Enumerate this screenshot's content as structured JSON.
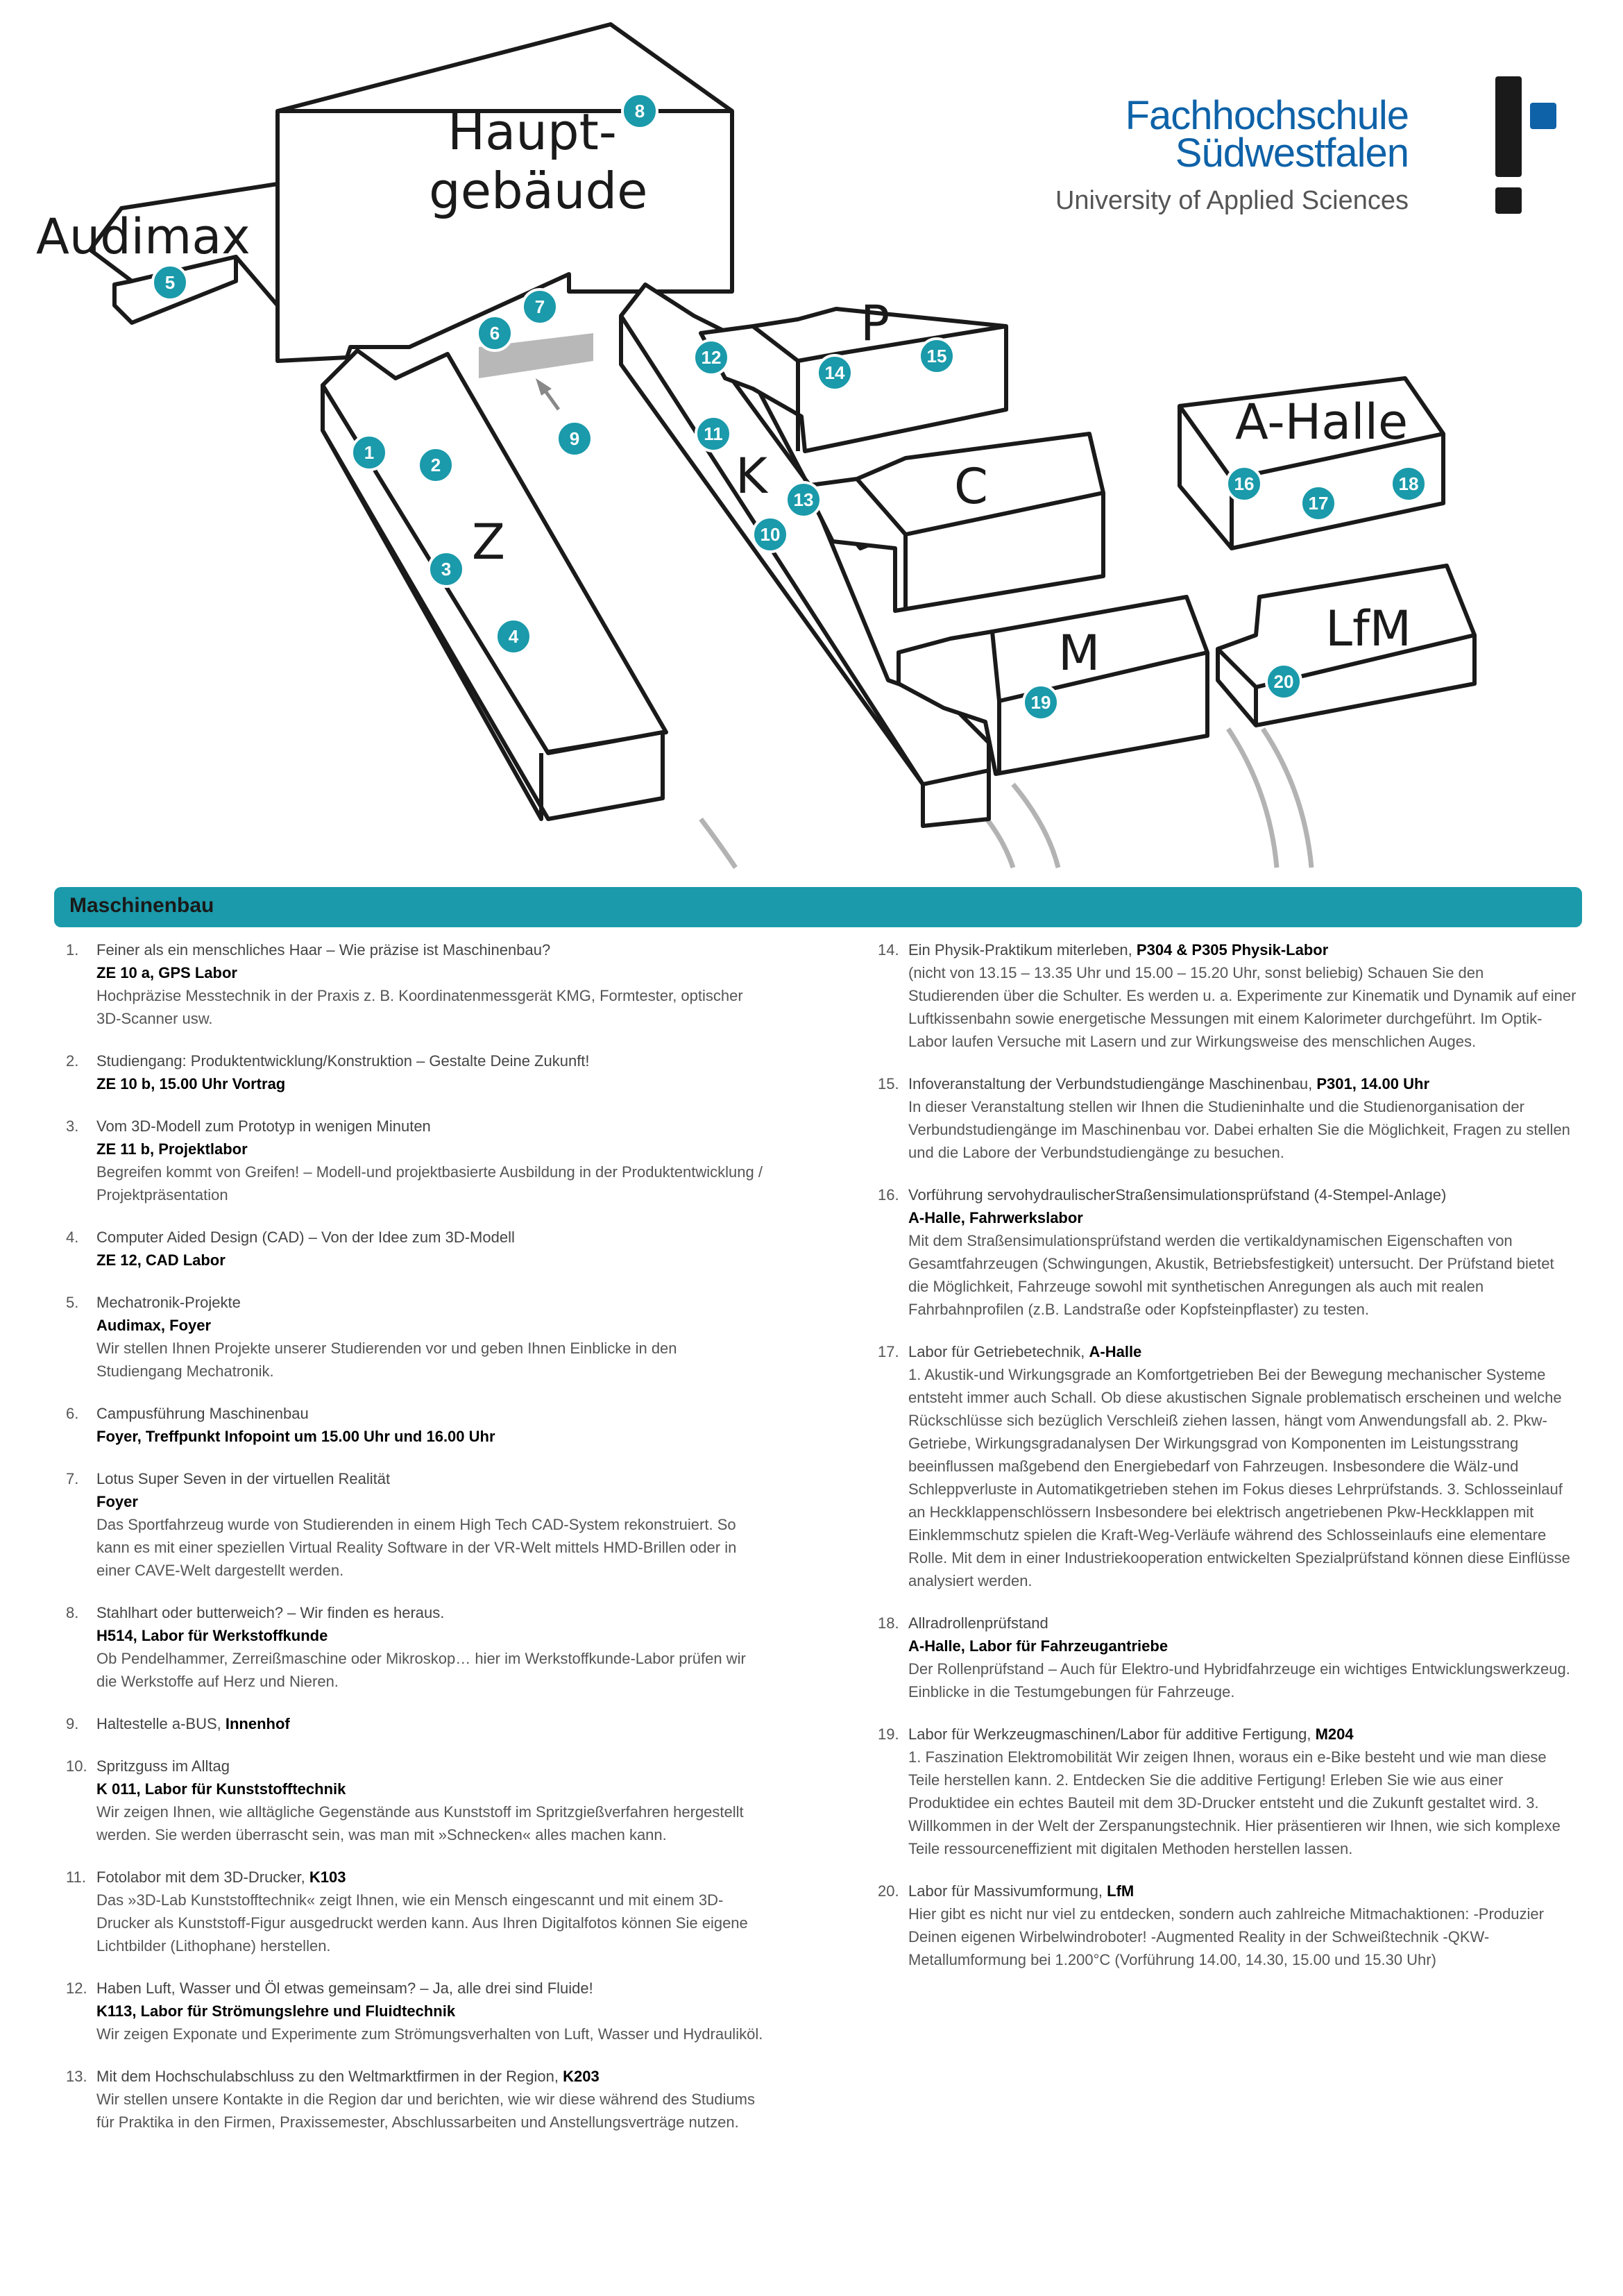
{
  "map": {
    "building_labels": {
      "hauptgebaeude_1": "Haupt-",
      "hauptgebaeude_2": "gebäude",
      "audimax": "Audimax",
      "z": "Z",
      "k": "K",
      "p": "P",
      "c": "C",
      "m": "M",
      "a_halle": "A-Halle",
      "lfm": "LfM"
    },
    "markers": [
      "1",
      "2",
      "3",
      "4",
      "5",
      "6",
      "7",
      "8",
      "9",
      "10",
      "11",
      "12",
      "13",
      "14",
      "15",
      "16",
      "17",
      "18",
      "19",
      "20"
    ],
    "colors": {
      "marker": "#1a9aaa",
      "outline": "#1a1a1a",
      "road": "#b3b3b3",
      "highlight": "#b8b8b8"
    }
  },
  "logo": {
    "line1": "Fachhochschule",
    "line2": "Südwestfalen",
    "line3": "University of Applied Sciences",
    "brand_color": "#0e62a8"
  },
  "section": {
    "title": "Maschinenbau",
    "color": "#1a9aaa"
  },
  "entries": [
    {
      "num": "1.",
      "title": "Feiner als ein menschliches Haar – Wie präzise ist Maschinenbau?",
      "loc": "ZE 10 a, GPS Labor",
      "desc": "Hochpräzise Messtechnik in der Praxis z. B. Koordinatenmessgerät KMG, Formtester, optischer 3D-Scanner usw."
    },
    {
      "num": "2.",
      "title": "Studiengang: Produktentwicklung/Konstruktion – Gestalte Deine Zukunft!",
      "loc": "ZE 10 b, 15.00 Uhr Vortrag",
      "desc": ""
    },
    {
      "num": "3.",
      "title": "Vom 3D-Modell zum Prototyp in wenigen Minuten",
      "loc": "ZE 11 b, Projektlabor",
      "desc": "Begreifen kommt von Greifen! – Modell-und projektbasierte Ausbildung in der Produktentwicklung / Projektpräsentation"
    },
    {
      "num": "4.",
      "title": "Computer Aided Design (CAD) – Von der Idee zum 3D-Modell",
      "loc": "ZE 12, CAD Labor",
      "desc": ""
    },
    {
      "num": "5.",
      "title": "Mechatronik-Projekte",
      "loc": "Audimax, Foyer",
      "desc": "Wir stellen Ihnen Projekte unserer Studierenden vor und geben Ihnen Einblicke in den Studiengang Mechatronik."
    },
    {
      "num": "6.",
      "title": "Campusführung Maschinenbau",
      "loc": "Foyer, Treffpunkt Infopoint um 15.00 Uhr und 16.00 Uhr",
      "desc": ""
    },
    {
      "num": "7.",
      "title": "Lotus Super Seven in der virtuellen Realität",
      "loc": "Foyer",
      "desc": "Das Sportfahrzeug wurde von Studierenden in einem High Tech CAD-System rekonstruiert. So kann es mit einer speziellen Virtual Reality Software in der VR-Welt mittels HMD-Brillen oder in einer CAVE-Welt dargestellt werden."
    },
    {
      "num": "8.",
      "title": "Stahlhart oder butterweich? – Wir finden es heraus.",
      "loc": "H514, Labor für Werkstoffkunde",
      "desc": "Ob Pendelhammer, Zerreißmaschine oder Mikroskop… hier im Werkstoffkunde-Labor prüfen wir die Werkstoffe auf Herz und Nieren."
    },
    {
      "num": "9.",
      "title": "Haltestelle a-BUS,",
      "loc": "Innenhof",
      "desc": ""
    },
    {
      "num": "10.",
      "title": "Spritzguss im Alltag",
      "loc": "K 011, Labor für Kunststofftechnik",
      "desc": "Wir zeigen Ihnen, wie alltägliche Gegenstände aus Kunststoff im Spritzgießverfahren hergestellt werden. Sie werden überrascht sein, was man mit »Schnecken« alles machen kann."
    },
    {
      "num": "11.",
      "title": "Fotolabor mit dem 3D-Drucker,",
      "loc": "K103",
      "desc": "Das »3D-Lab Kunststofftechnik« zeigt Ihnen, wie ein Mensch eingescannt und mit einem 3D-Drucker als Kunststoff-Figur ausgedruckt werden kann. Aus Ihren Digitalfotos können Sie eigene Lichtbilder (Lithophane) herstellen."
    },
    {
      "num": "12.",
      "title": "Haben Luft, Wasser und Öl etwas gemeinsam? – Ja, alle drei sind Fluide!",
      "loc": "K113, Labor für Strömungslehre und Fluidtechnik",
      "desc": "Wir zeigen Exponate und Experimente zum Strömungsverhalten von Luft, Wasser und Hydrauliköl."
    },
    {
      "num": "13.",
      "title": "Mit dem Hochschulabschluss zu den Weltmarktfirmen in der Region,",
      "loc": "K203",
      "desc": "Wir stellen unsere Kontakte in die Region dar und berichten, wie wir diese während des Studiums für Praktika in den Firmen, Praxissemester, Abschlussarbeiten und Anstellungsverträge nutzen."
    },
    {
      "num": "14.",
      "title": "Ein Physik-Praktikum miterleben,",
      "loc": "P304 & P305 Physik-Labor",
      "desc": "(nicht von 13.15 – 13.35 Uhr und 15.00 – 15.20 Uhr, sonst beliebig) Schauen Sie den Studierenden über die Schulter. Es werden u. a. Experimente zur Kinematik und Dynamik auf einer Luftkissenbahn sowie energetische Messungen mit einem Kalorimeter durchgeführt. Im Optik-Labor laufen Versuche mit Lasern und zur Wirkungsweise des menschlichen Auges."
    },
    {
      "num": "15.",
      "title": "Infoveranstaltung der Verbundstudiengänge Maschinenbau,",
      "loc": "P301, 14.00 Uhr",
      "desc": "In dieser Veranstaltung stellen wir Ihnen die Studieninhalte und die Studienorganisation der Verbundstudiengänge im Maschinenbau vor. Dabei erhalten Sie die Möglichkeit, Fragen zu stellen und die Labore der Verbundstudiengänge zu besuchen."
    },
    {
      "num": "16.",
      "title": "Vorführung servohydraulischerStraßensimulationsprüfstand (4-Stempel-Anlage)",
      "loc": "A-Halle, Fahrwerkslabor",
      "desc": "Mit dem Straßensimulationsprüfstand werden die vertikaldynamischen Eigenschaften von Gesamtfahrzeugen (Schwingungen, Akustik, Betriebsfestigkeit) untersucht. Der Prüfstand bietet die Möglichkeit, Fahrzeuge sowohl mit synthetischen Anregungen als auch mit realen Fahrbahnprofilen (z.B. Landstraße oder Kopfsteinpflaster) zu testen."
    },
    {
      "num": "17.",
      "title": "Labor für Getriebetechnik,",
      "loc": "A-Halle",
      "desc": "1. Akustik-und Wirkungsgrade an Komfortgetrieben Bei der Bewegung mechanischer Systeme entsteht immer auch Schall. Ob diese akustischen Signale problematisch erscheinen und welche Rückschlüsse sich bezüglich Verschleiß ziehen lassen, hängt vom Anwendungsfall ab. 2. Pkw-Getriebe, Wirkungsgradanalysen Der Wirkungsgrad von Komponenten im Leistungsstrang beeinflussen maßgebend den Energiebedarf von Fahrzeugen. Insbesondere die Wälz-und Schleppverluste in Automatikgetrieben stehen im Fokus dieses Lehrprüfstands. 3. Schlosseinlauf an Heckklappenschlössern Insbesondere bei elektrisch angetriebenen Pkw-Heckklappen mit Einklemmschutz spielen die Kraft-Weg-Verläufe während des Schlosseinlaufs eine elementare Rolle. Mit dem in einer Industriekooperation entwickelten Spezialprüfstand können diese Einflüsse analysiert werden."
    },
    {
      "num": "18.",
      "title": "Allradrollenprüfstand",
      "loc": "A-Halle, Labor für Fahrzeugantriebe",
      "desc": "Der Rollenprüfstand – Auch für Elektro-und Hybridfahrzeuge ein wichtiges Entwicklungswerkzeug. Einblicke in die Testumgebungen für Fahrzeuge."
    },
    {
      "num": "19.",
      "title": "Labor für Werkzeugmaschinen/Labor für additive Fertigung,",
      "loc": "M204",
      "desc": "1. Faszination Elektromobilität Wir zeigen Ihnen, woraus ein e-Bike besteht und wie man diese Teile herstellen kann. 2. Entdecken Sie die additive Fertigung! Erleben Sie wie aus einer Produktidee ein echtes Bauteil mit dem 3D-Drucker entsteht und die Zukunft gestaltet wird. 3. Willkommen in der Welt der Zerspanungstechnik. Hier präsentieren wir Ihnen, wie sich komplexe Teile ressourceneffizient mit digitalen Methoden herstellen lassen."
    },
    {
      "num": "20.",
      "title": "Labor für Massivumformung,",
      "loc": "LfM",
      "desc": "Hier gibt es nicht nur viel zu entdecken, sondern auch zahlreiche Mitmachaktionen: -Produzier Deinen eigenen Wirbelwindroboter! -Augmented Reality in der Schweißtechnik -QKW-Metallumformung bei 1.200°C (Vorführung 14.00, 14.30, 15.00 und 15.30 Uhr)"
    }
  ]
}
